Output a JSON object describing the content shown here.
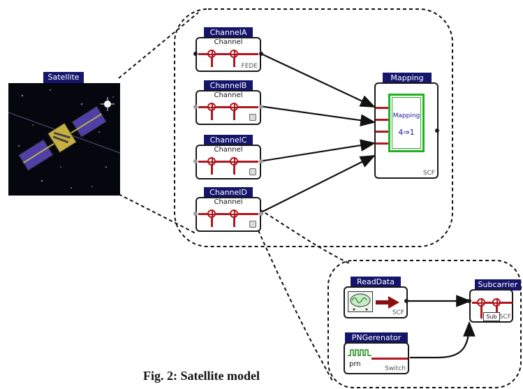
{
  "caption": "Fig. 2: Satellite model",
  "satellite": {
    "title": "Satellite"
  },
  "channels": [
    {
      "title": "ChannelA",
      "label": "Channel",
      "tag": "FEDE"
    },
    {
      "title": "ChannelB",
      "label": "Channel",
      "tag": ""
    },
    {
      "title": "ChannelC",
      "label": "Channel",
      "tag": ""
    },
    {
      "title": "ChannelD",
      "label": "Channel",
      "tag": ""
    }
  ],
  "mapping": {
    "title": "Mapping",
    "inner_label": "Mapping",
    "ratio": "4⇒1",
    "tag": "SCF"
  },
  "readdata": {
    "title": "ReadData",
    "tag": "SCF"
  },
  "subcarrier": {
    "title": "Subcarrier",
    "sub_label": "Sub",
    "tag": "SCF"
  },
  "pngerenator": {
    "title": "PNGerenator",
    "label": "prn",
    "tag": "Switch"
  },
  "colors": {
    "title_bar": "#14156b",
    "pipe": "#b0161d",
    "map_frame": "#22b022",
    "map_text": "#1a1a9a"
  }
}
